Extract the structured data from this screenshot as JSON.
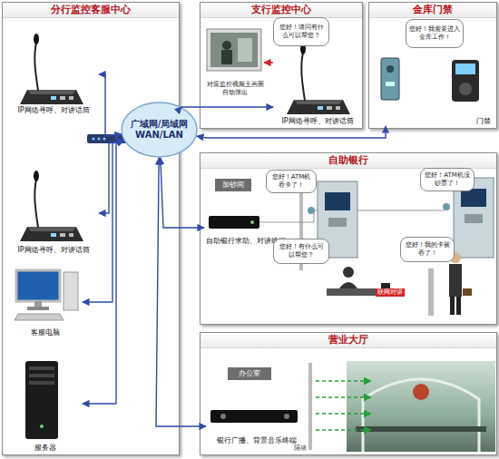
{
  "diagram": {
    "nodes": [
      {
        "text": [
          "分行监控客服中心"
        ]
      },
      {
        "text": [
          "IP网络寻呼、对讲话筒"
        ],
        "in": 0
      },
      {
        "text": [
          "IP网络寻呼、对讲话筒"
        ],
        "in": 0
      },
      {
        "text": [
          "客服电脑"
        ],
        "in": 0
      },
      {
        "text": [
          "服务器"
        ],
        "in": 0
      },
      {
        "text": [
          "广域网/局域网 WAN/LAN"
        ]
      },
      {
        "text": [
          "支行监控中心"
        ]
      },
      {
        "text": [
          "对应监控视频主画面自动弹出"
        ],
        "in": 6
      },
      {
        "text": [
          "您好！请问有什么可以帮您？"
        ],
        "in": 6
      },
      {
        "text": [
          "IP网络寻呼、对讲话筒"
        ],
        "in": 6
      },
      {
        "text": [
          "金库门禁"
        ]
      },
      {
        "text": [
          "您好！我需要进入金库工作！"
        ],
        "in": 10
      },
      {
        "text": [
          "门禁"
        ],
        "in": 10
      },
      {
        "text": [
          "自助银行"
        ]
      },
      {
        "text": [
          "加钞间"
        ],
        "in": 13
      },
      {
        "text": [
          "自助银行求助、对讲终端"
        ],
        "in": 13
      },
      {
        "text": [
          "您好！ATM机吞卡了！"
        ],
        "in": 13
      },
      {
        "text": [
          "您好！ATM机没钞票了！"
        ],
        "in": 13
      },
      {
        "text": [
          "您好！有什么可以帮您？"
        ],
        "in": 13
      },
      {
        "text": [
          "您好！我的卡被吞了！"
        ],
        "in": 13
      },
      {
        "text": [
          "营业大厅"
        ]
      },
      {
        "text": [
          "办公室"
        ],
        "in": 20
      },
      {
        "text": [
          "银行广播、背景音乐终端"
        ],
        "in": 20
      }
    ],
    "edges": [
      {
        "from": 1,
        "to": 5,
        "arrow": "both"
      },
      {
        "from": 2,
        "to": 5,
        "arrow": "both"
      },
      {
        "from": 3,
        "to": 5,
        "arrow": "both"
      },
      {
        "from": 4,
        "to": 5,
        "arrow": "both"
      },
      {
        "from": 5,
        "to": 9,
        "arrow": "both"
      },
      {
        "from": 5,
        "to": 12,
        "arrow": "both"
      },
      {
        "from": 5,
        "to": 15,
        "arrow": "both"
      },
      {
        "from": 5,
        "to": 22,
        "arrow": "both"
      },
      {
        "from": 9,
        "to": 7,
        "arrow": "to"
      }
    ],
    "labels": [
      "联网对讲",
      "隔墙"
    ]
  }
}
